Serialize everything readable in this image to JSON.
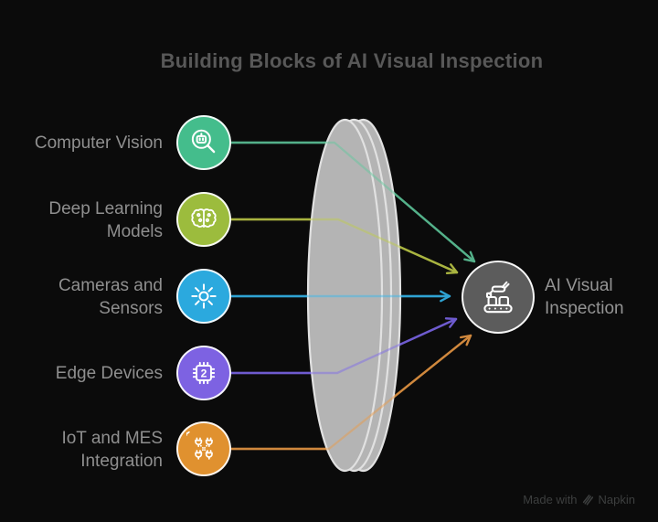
{
  "title": "Building Blocks of AI Visual Inspection",
  "rows": [
    {
      "lines": [
        "Computer Vision",
        ""
      ],
      "color": "#44bd8c",
      "line_color": "#54b18a",
      "icon": "robot-magnifier-icon"
    },
    {
      "lines": [
        "Deep Learning",
        "Models"
      ],
      "color": "#9cbc3d",
      "line_color": "#a9b440",
      "icon": "brain-icon"
    },
    {
      "lines": [
        "Cameras and",
        "Sensors"
      ],
      "color": "#2ba9de",
      "line_color": "#2fa3d3",
      "icon": "light-sensor-icon"
    },
    {
      "lines": [
        "Edge Devices",
        ""
      ],
      "color": "#7d62e2",
      "line_color": "#6e5bcf",
      "icon": "chip-icon",
      "chip_badge": "2"
    },
    {
      "lines": [
        "IoT and MES",
        "Integration"
      ],
      "color": "#e0912f",
      "line_color": "#d0883d",
      "icon": "network-plugs-icon"
    }
  ],
  "lens": {
    "fill": "#cccccc"
  },
  "target": {
    "lines": [
      "AI Visual",
      "Inspection"
    ],
    "fill": "#5c5c5c",
    "icon": "factory-inspection-icon"
  },
  "footer": {
    "prefix": "Made with",
    "brand": "Napkin"
  }
}
